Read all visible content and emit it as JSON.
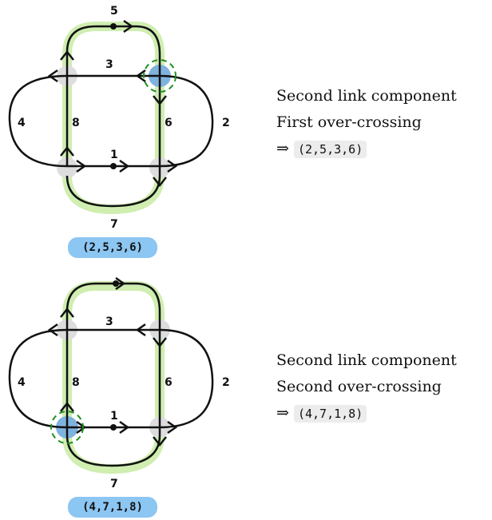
{
  "panels": [
    {
      "edge_labels": {
        "e1": "1",
        "e2": "2",
        "e3": "3",
        "e4": "4",
        "e5": "5",
        "e6": "6",
        "e7": "7",
        "e8": "8"
      },
      "tuple": "(2,5,3,6)",
      "lines": [
        "Second link component",
        "First over-crossing"
      ],
      "arrow": "⇒",
      "result": "(2,5,3,6)",
      "highlight_crossing": "top-right"
    },
    {
      "edge_labels": {
        "e1": "1",
        "e2": "2",
        "e3": "3",
        "e4": "4",
        "e5": "",
        "e6": "6",
        "e7": "7",
        "e8": "8"
      },
      "tuple": "(4,7,1,8)",
      "lines": [
        "Second link component",
        "Second over-crossing"
      ],
      "arrow": "⇒",
      "result": "(4,7,1,8)",
      "highlight_crossing": "bottom-left"
    }
  ],
  "colors": {
    "highlight": "#cfeeb0",
    "pill": "#8cc6f2",
    "crossing_active": "#7fb3df",
    "crossing_idle": "#dddddd",
    "dashed": "#1f8f1f"
  }
}
